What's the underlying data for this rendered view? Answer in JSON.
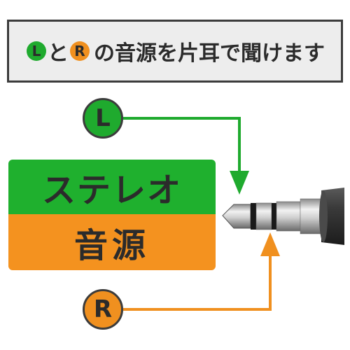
{
  "banner": {
    "badge_l": "L",
    "connector": "と",
    "badge_r": "R",
    "text": "の音源を片耳で聞けます"
  },
  "source_box": {
    "top_text": "ステレオ",
    "bottom_text": "音源"
  },
  "left_channel": {
    "label": "L",
    "color": "#1faa2e"
  },
  "right_channel": {
    "label": "R",
    "color": "#f0901f"
  },
  "colors": {
    "green": "#1fb02e",
    "orange": "#f4921f",
    "banner_bg": "#ededed",
    "border": "#3c3c3c"
  }
}
